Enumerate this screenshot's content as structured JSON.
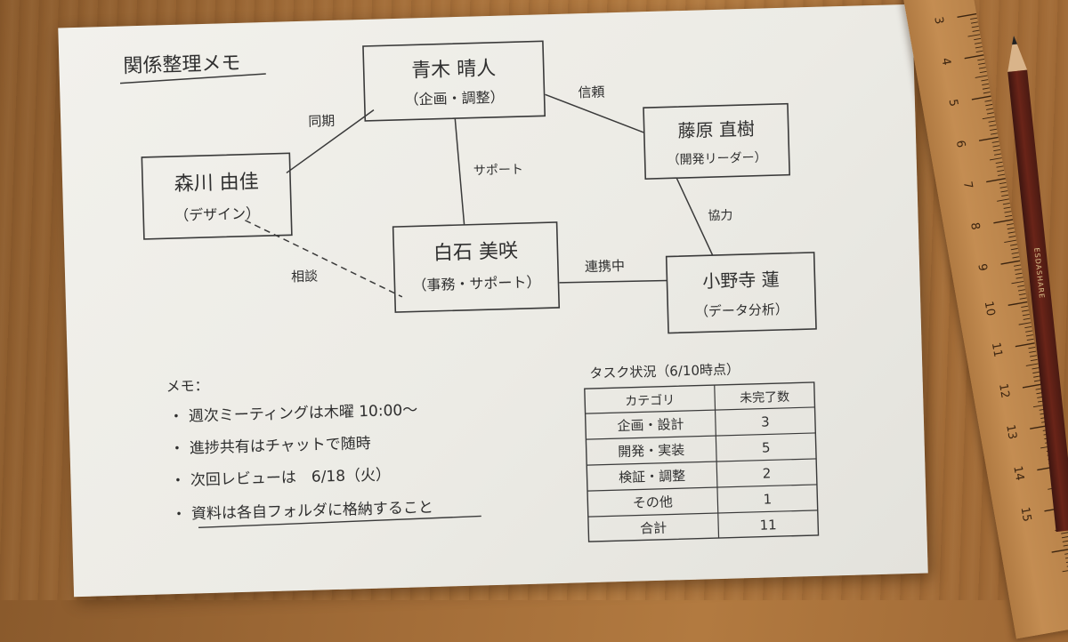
{
  "title": "関係整理メモ",
  "nodes": {
    "aoki": {
      "name": "青木 晴人",
      "role": "（企画・調整）"
    },
    "fujiwara": {
      "name": "藤原 直樹",
      "role": "（開発リーダー）"
    },
    "morikawa": {
      "name": "森川 由佳",
      "role": "（デザイン）"
    },
    "shiraishi": {
      "name": "白石 美咲",
      "role": "（事務・サポート）"
    },
    "onodera": {
      "name": "小野寺 蓮",
      "role": "（データ分析）"
    }
  },
  "edges": {
    "aoki_morikawa": "同期",
    "aoki_fujiwara": "信頼",
    "aoki_shiraishi": "サポート",
    "fujiwara_onodera": "協力",
    "shiraishi_onodera": "連携中",
    "morikawa_shiraishi": "相談"
  },
  "memo": {
    "heading": "メモ：",
    "items": [
      "・ 週次ミーティングは木曜 10:00～",
      "・ 進捗共有はチャットで随時",
      "・ 次回レビューは　6/18（火）",
      "・ 資料は各自フォルダに格納すること"
    ]
  },
  "task_table": {
    "caption": "タスク状況（6/10時点）",
    "headers": [
      "カテゴリ",
      "未完了数"
    ],
    "rows": [
      [
        "企画・設計",
        "3"
      ],
      [
        "開発・実装",
        "5"
      ],
      [
        "検証・調整",
        "2"
      ],
      [
        "その他",
        "1"
      ],
      [
        "合計",
        "11"
      ]
    ]
  },
  "ruler": {
    "ticks": [
      "3",
      "4",
      "5",
      "6",
      "7",
      "8",
      "9",
      "10",
      "11",
      "12",
      "13",
      "14",
      "15"
    ]
  },
  "pencil": {
    "brand": "ESDASHARE"
  },
  "colors": {
    "ink": "#2f2f2f",
    "paper": "#ecebe5",
    "wood": "#a36d38"
  }
}
